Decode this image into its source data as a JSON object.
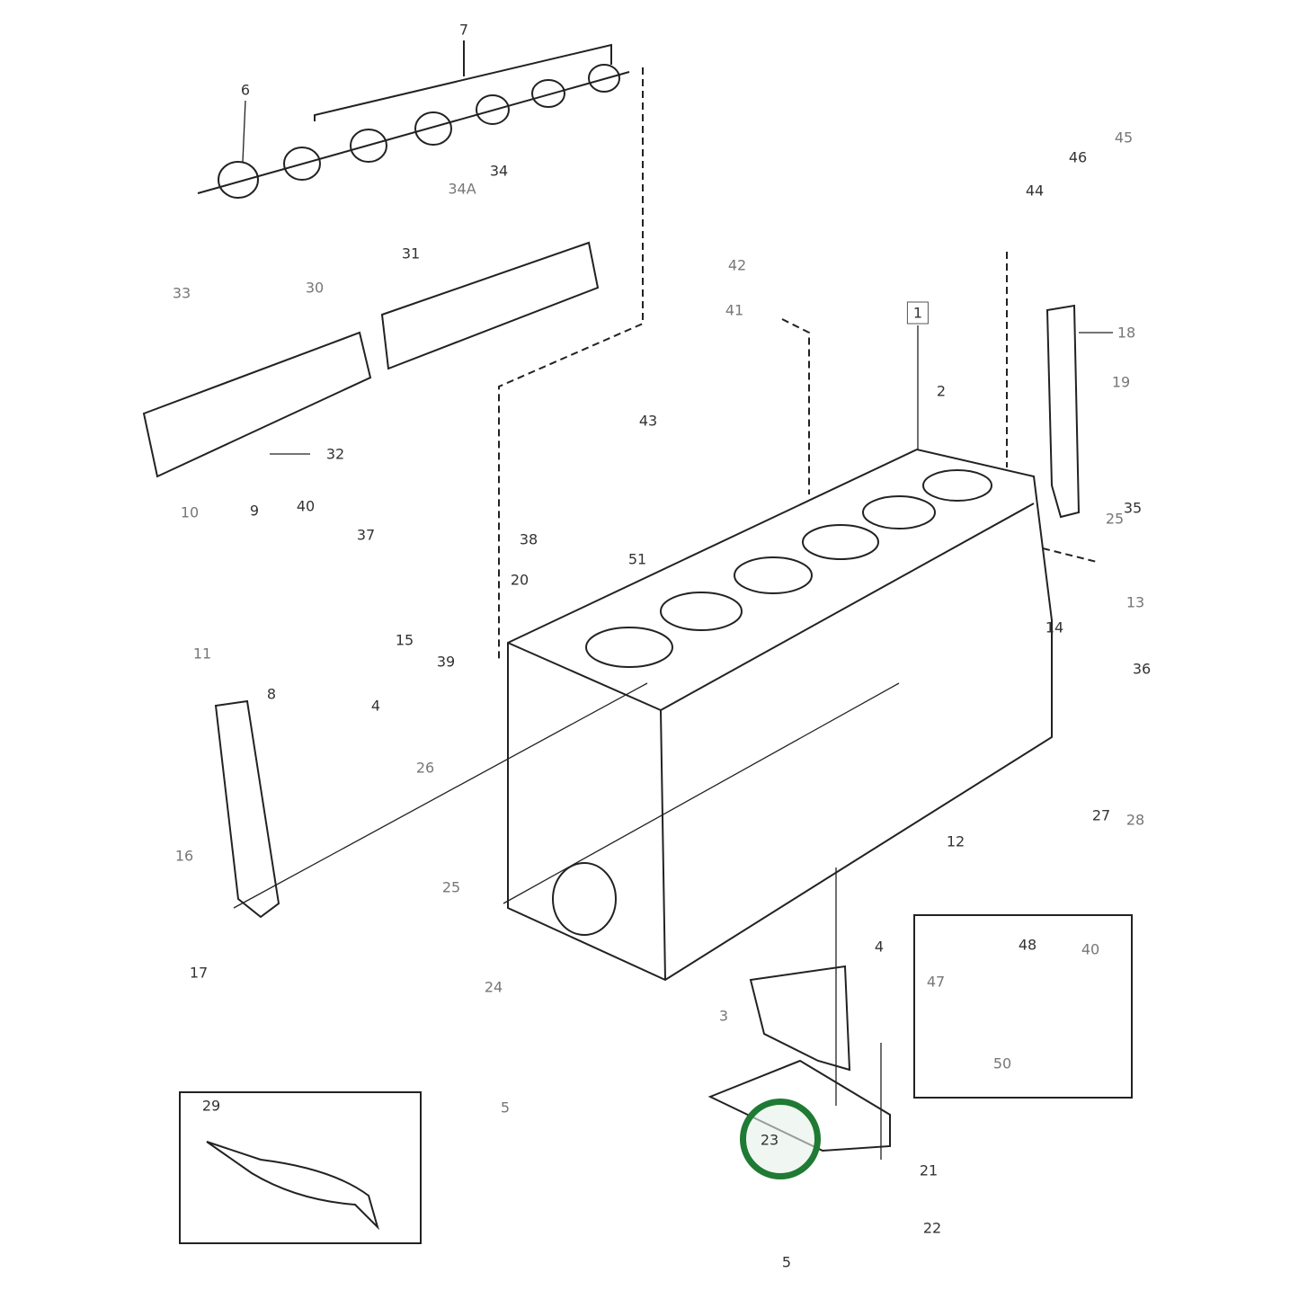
{
  "diagram": {
    "labels": [
      "7",
      "6",
      "34A",
      "34",
      "45",
      "46",
      "44",
      "42",
      "41",
      "1",
      "2",
      "18",
      "33",
      "30",
      "31",
      "32",
      "19",
      "35",
      "43",
      "25",
      "13",
      "14",
      "10",
      "9",
      "40",
      "37",
      "38",
      "20",
      "51",
      "15",
      "11",
      "8",
      "4",
      "39",
      "36",
      "26",
      "16",
      "27",
      "28",
      "12",
      "25",
      "17",
      "24",
      "4",
      "3",
      "47",
      "48",
      "40",
      "50",
      "29",
      "5",
      "23",
      "21",
      "22",
      "5"
    ],
    "highlighted_label": "23",
    "highlight_color": "#1f7a34"
  }
}
